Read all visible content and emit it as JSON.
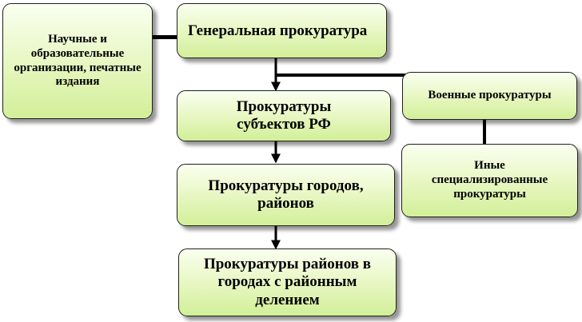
{
  "nodes": {
    "general": "Генеральная  прокуратура",
    "research": "Научные и образовательные организации, печатные издания",
    "subjects": "Прокуратуры  субъектов РФ",
    "military": "Военные прокуратуры",
    "cities": "Прокуратуры  городов, районов",
    "specialized": "Иные специализированные прокуратуры",
    "districts": "Прокуратуры  районов в городах с районным делением"
  }
}
